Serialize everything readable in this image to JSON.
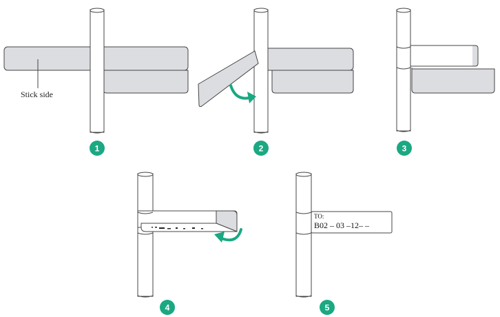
{
  "colors": {
    "label_fill": "#dcdde1",
    "outline": "#444444",
    "badge": "#1ba882",
    "arrow": "#1ba882",
    "white": "#ffffff"
  },
  "annotation": {
    "stick_side": "Stick side"
  },
  "steps": [
    {
      "number": "1"
    },
    {
      "number": "2"
    },
    {
      "number": "3"
    },
    {
      "number": "4"
    },
    {
      "number": "5"
    }
  ],
  "tag": {
    "to_label": "TO:",
    "code": "B02 – 03 –12–     –"
  }
}
